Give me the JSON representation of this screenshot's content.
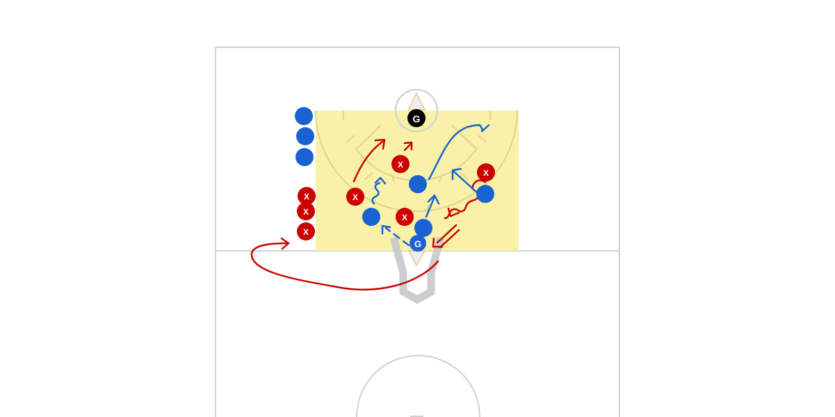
{
  "diagram": {
    "type": "lacrosse-play",
    "colors": {
      "field_line": "#d0d0d0",
      "zone_fill": "#f8f0a2",
      "offense": "#1a62d1",
      "defense": "#cc0000",
      "goalie_defense": "#000000",
      "goal_frame": "#cccccc"
    },
    "labels": {
      "defense_marker": "X",
      "goalie_marker": "G"
    }
  }
}
